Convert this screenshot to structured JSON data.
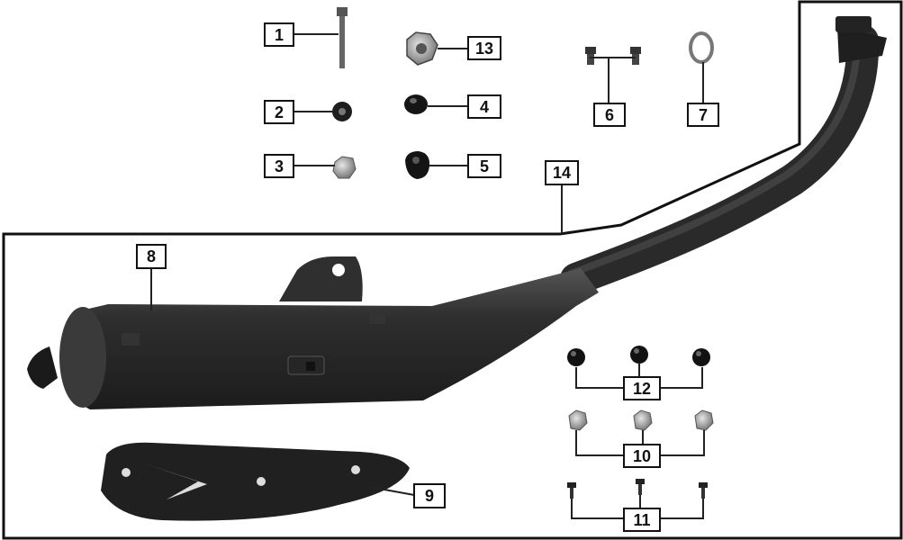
{
  "callouts": {
    "c1": "1",
    "c2": "2",
    "c3": "3",
    "c4": "4",
    "c5": "5",
    "c6": "6",
    "c7": "7",
    "c8": "8",
    "c9": "9",
    "c10": "10",
    "c11": "11",
    "c12": "12",
    "c13": "13",
    "c14": "14"
  },
  "colors": {
    "part_dark": "#2b2b2b",
    "part_mid": "#444444",
    "line": "#111111",
    "background": "#ffffff"
  },
  "parts": {
    "1": "bolt-icon",
    "2": "washer-icon",
    "3": "nut-icon",
    "4": "grommet-icon",
    "5": "cap-icon",
    "6": "screw-pair-icon",
    "7": "gasket-ring-icon",
    "8": "muffler-icon",
    "9": "heat-shield-icon",
    "10": "nut-icon",
    "11": "screw-icon",
    "12": "grommet-icon",
    "13": "nut-icon"
  }
}
